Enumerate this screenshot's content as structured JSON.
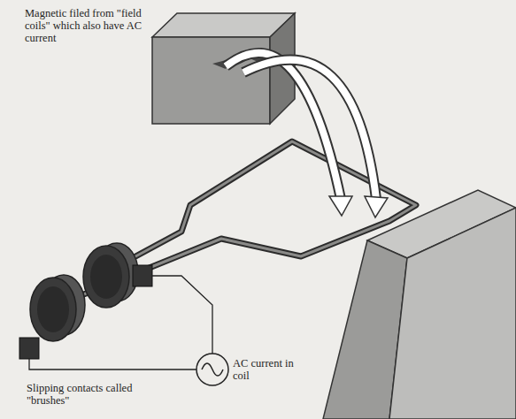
{
  "diagram": {
    "labels": [
      "Magnetic filed from \"field coils\" which also have AC current",
      "Slipping contacts called \"brushes\"",
      "AC current in coil"
    ]
  }
}
